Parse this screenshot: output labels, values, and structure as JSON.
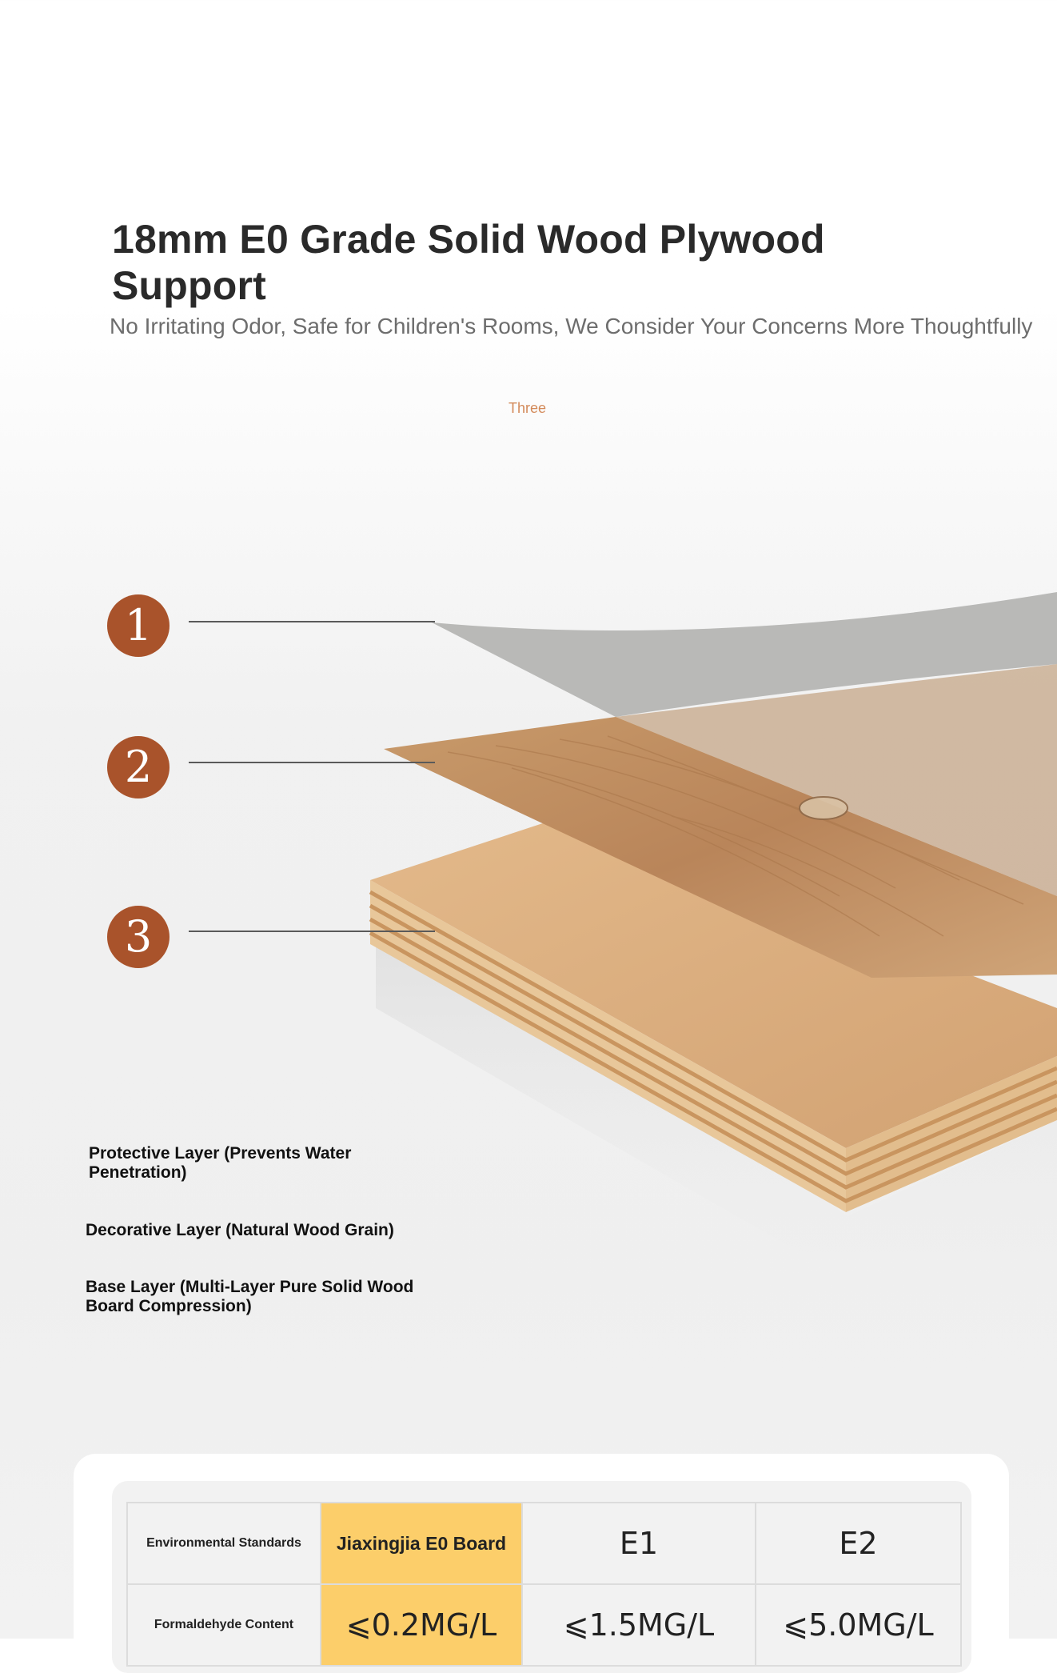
{
  "header": {
    "title": "18mm E0 Grade Solid Wood Plywood Support",
    "subtitle": "No Irritating Odor, Safe for Children's Rooms, We Consider Your Concerns More Thoughtfully",
    "step": "Three"
  },
  "layers": {
    "markers": [
      "1",
      "2",
      "3"
    ],
    "labels": [
      "Protective Layer (Prevents Water Penetration)",
      "Decorative Layer (Natural Wood Grain)",
      "Base Layer (Multi-Layer Pure Solid Wood Board Compression)"
    ]
  },
  "spec_table": {
    "header_row": [
      "Environmental Standards",
      "Jiaxingjia E0 Board",
      "E1",
      "E2"
    ],
    "value_row": [
      "Formaldehyde Content",
      "⩽0.2MG/L",
      "⩽1.5MG/L",
      "⩽5.0MG/L"
    ]
  },
  "colors": {
    "marker": "#a9532b",
    "highlight": "#fcce6a",
    "step_text": "#d38a5a"
  }
}
